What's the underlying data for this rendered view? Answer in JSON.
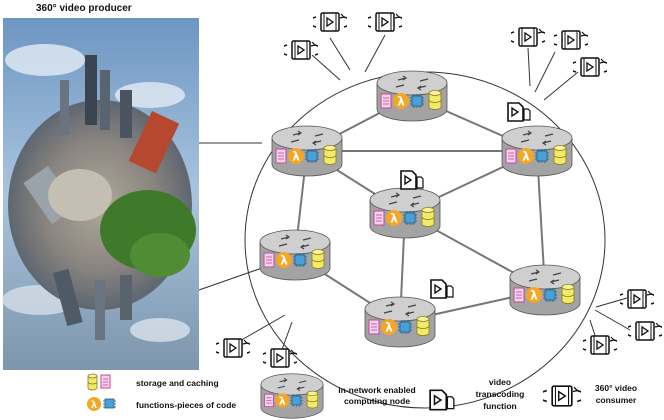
{
  "title": "360° video producer",
  "legend": {
    "storage": "storage and caching",
    "functions": "functions-pieces of code",
    "node_line1": "in-network enabled",
    "node_line2": "computing node",
    "transcoding_line1": "video",
    "transcoding_line2": "transcoding",
    "transcoding_line3": "function",
    "consumer_line1": "360° video",
    "consumer_line2": "consumer"
  },
  "icons": {
    "lambda": "λ",
    "router": "router-icon",
    "storage": "database-cylinder-icon",
    "document": "document-icon",
    "chip": "chip-icon",
    "video": "video-player-icon",
    "transcode": "play-document-icon"
  },
  "colors": {
    "lambda": "#f5a623",
    "storage": "#f4ea6a",
    "document": "#c04a9a",
    "router_top": "#c8c8c8",
    "router_side": "#a0a0a0",
    "chip": "#4aa0d5"
  }
}
